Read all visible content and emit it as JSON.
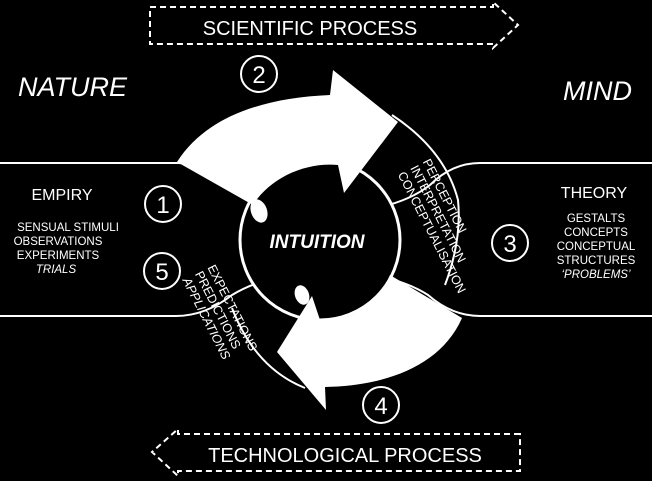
{
  "colors": {
    "background": "#000000",
    "foreground": "#ffffff"
  },
  "banners": {
    "top": "SCIENTIFIC PROCESS",
    "bottom": "TECHNOLOGICAL PROCESS"
  },
  "sides": {
    "left": "NATURE",
    "right": "MIND"
  },
  "center": "INTUITION",
  "steps": [
    "1",
    "2",
    "3",
    "4",
    "5"
  ],
  "empiry": {
    "title": "EMPIRY",
    "lines": [
      "SENSUAL STIMULI",
      "OBSERVATIONS",
      "EXPERIMENTS"
    ],
    "italic": "TRIALS"
  },
  "theory": {
    "title": "THEORY",
    "lines": [
      "GESTALTS",
      "CONCEPTS",
      "CONCEPTUAL",
      "STRUCTURES"
    ],
    "italic": "‘PROBLEMS’"
  },
  "upper_arc": {
    "lines": [
      "PERCEPTION",
      "INTERPRETATION",
      "CONCEPTUALISATION"
    ]
  },
  "lower_arc": {
    "lines": [
      "EXPECTATIONS",
      "PREDICTIONS"
    ],
    "italic": "APPLICATIONS"
  }
}
